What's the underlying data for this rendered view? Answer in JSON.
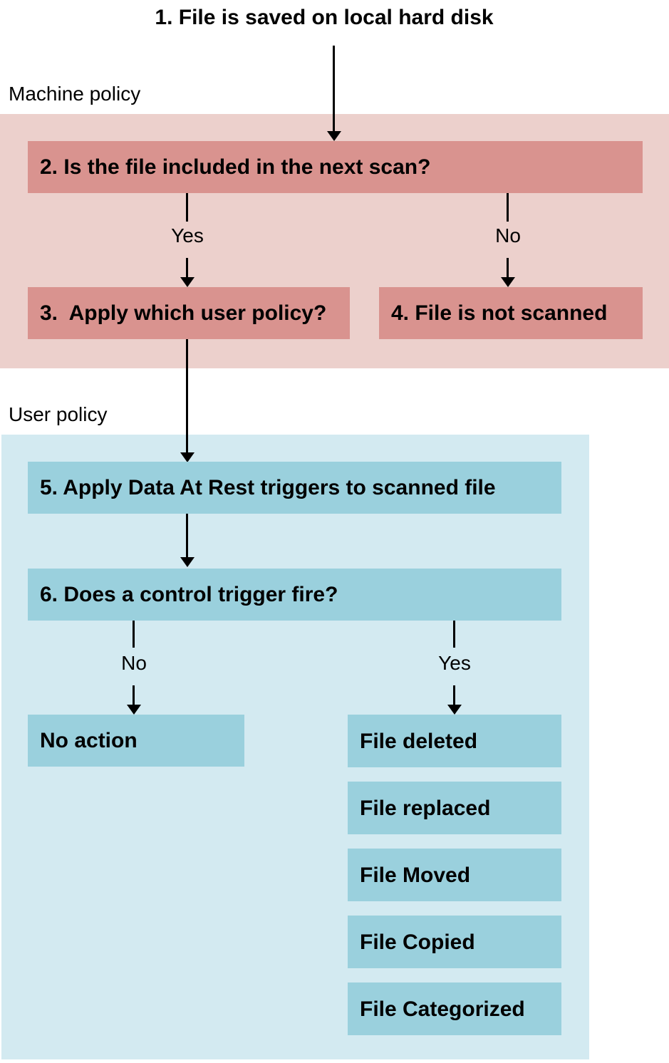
{
  "title": "1. File is saved on local hard disk",
  "machine_policy": {
    "label": "Machine policy",
    "question": "2. Is the file included in the next scan?",
    "yes_label": "Yes",
    "no_label": "No",
    "yes_box": "3.  Apply which user policy?",
    "no_box": "4. File is not scanned"
  },
  "user_policy": {
    "label": "User policy",
    "apply_box": "5. Apply Data At Rest triggers to scanned file",
    "question": "6. Does a control trigger fire?",
    "no_label": "No",
    "yes_label": "Yes",
    "no_box": "No action",
    "outcomes": [
      "File deleted",
      "File replaced",
      "File Moved",
      "File Copied",
      "File Categorized"
    ]
  },
  "colors": {
    "machine_section_bg": "#ecd0cc",
    "machine_box_bg": "#d9938f",
    "user_section_bg": "#d3eaf1",
    "user_box_bg": "#9ad0dd",
    "line": "#000000",
    "text": "#000000"
  }
}
